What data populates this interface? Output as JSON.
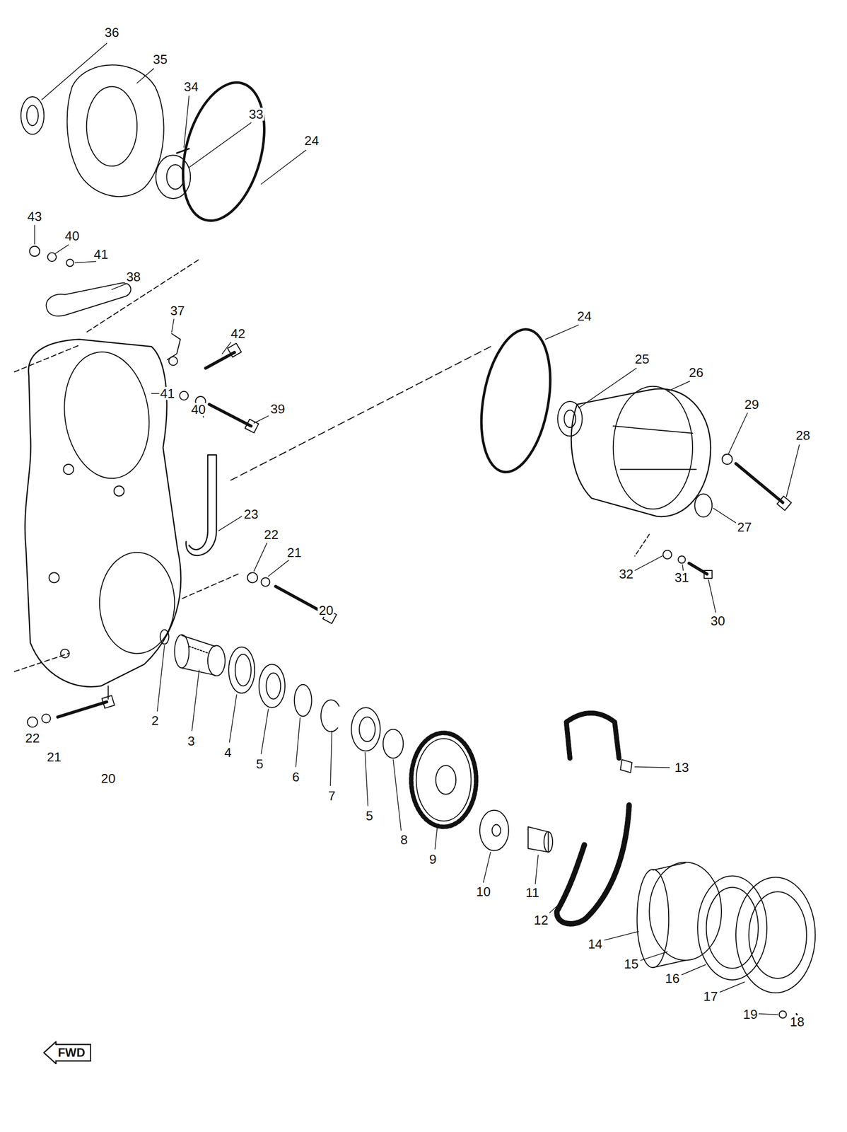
{
  "diagram": {
    "nodes": [
      {
        "text": [
          "FWD"
        ]
      }
    ],
    "labels": [
      "36",
      "35",
      "34",
      "33",
      "24",
      "43",
      "40",
      "41",
      "38",
      "37",
      "42",
      "24",
      "25",
      "26",
      "29",
      "28",
      "41",
      "40",
      "39",
      "23",
      "27",
      "22",
      "21",
      "32",
      "31",
      "30",
      "20",
      "22",
      "21",
      "20",
      "2",
      "3",
      "4",
      "5",
      "6",
      "7",
      "5",
      "8",
      "9",
      "10",
      "11",
      "13",
      "12",
      "14",
      "15",
      "16",
      "17",
      "19",
      "18"
    ]
  }
}
